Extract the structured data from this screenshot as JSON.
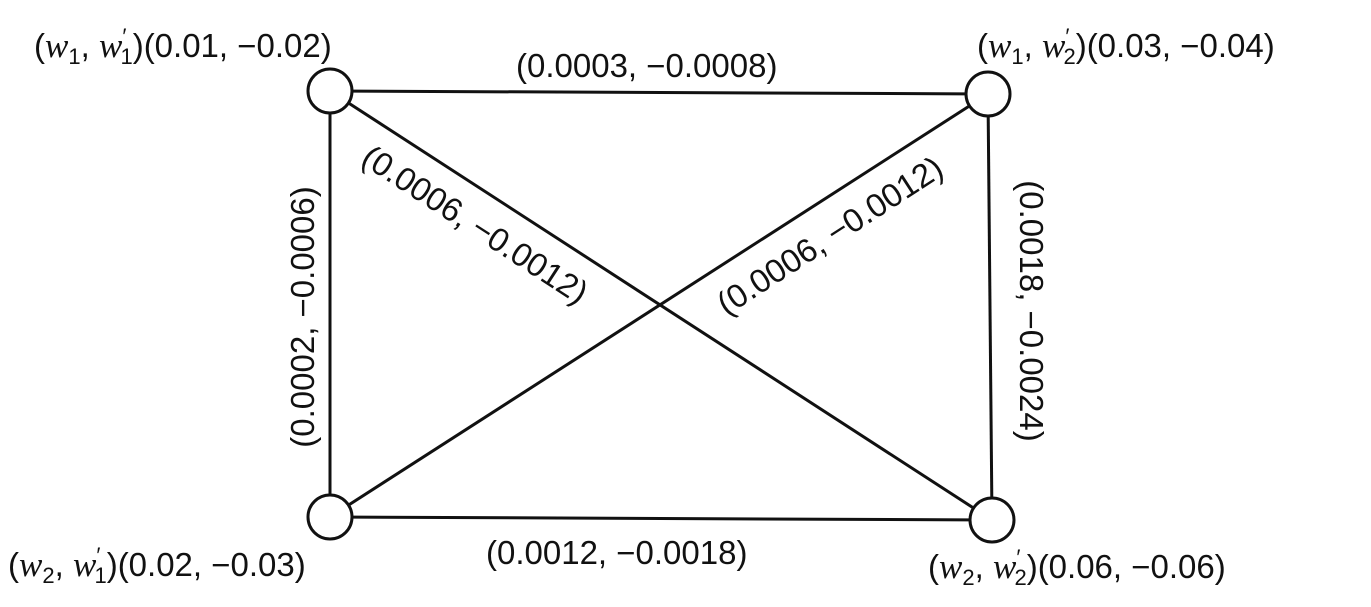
{
  "nodes": [
    {
      "id": "w1-w1p",
      "w": "w",
      "w_sub": "1",
      "wp": "w",
      "prime": "′",
      "wp_sub": "1",
      "value": "(0.01, −0.02)"
    },
    {
      "id": "w1-w2p",
      "w": "w",
      "w_sub": "1",
      "wp": "w",
      "prime": "′",
      "wp_sub": "2",
      "value": "(0.03, −0.04)"
    },
    {
      "id": "w2-w1p",
      "w": "w",
      "w_sub": "2",
      "wp": "w",
      "prime": "′",
      "wp_sub": "1",
      "value": "(0.02, −0.03)"
    },
    {
      "id": "w2-w2p",
      "w": "w",
      "w_sub": "2",
      "wp": "w",
      "prime": "′",
      "wp_sub": "2",
      "value": "(0.06, −0.06)"
    }
  ],
  "edges": [
    {
      "id": "top",
      "from": "w1-w1p",
      "to": "w1-w2p",
      "label": "(0.0003, −0.0008)"
    },
    {
      "id": "bottom",
      "from": "w2-w1p",
      "to": "w2-w2p",
      "label": "(0.0012, −0.0018)"
    },
    {
      "id": "left",
      "from": "w1-w1p",
      "to": "w2-w1p",
      "label": "(0.0002, −0.0006)"
    },
    {
      "id": "right",
      "from": "w1-w2p",
      "to": "w2-w2p",
      "label": "(0.0018, −0.0024)"
    },
    {
      "id": "diag-down",
      "from": "w1-w1p",
      "to": "w2-w2p",
      "label": "(0.0006, −0.0012)"
    },
    {
      "id": "diag-up",
      "from": "w2-w1p",
      "to": "w1-w2p",
      "label": "(0.0006, −0.0012)"
    }
  ],
  "punct": {
    "open": "(",
    "comma": ", ",
    "close": ")"
  }
}
